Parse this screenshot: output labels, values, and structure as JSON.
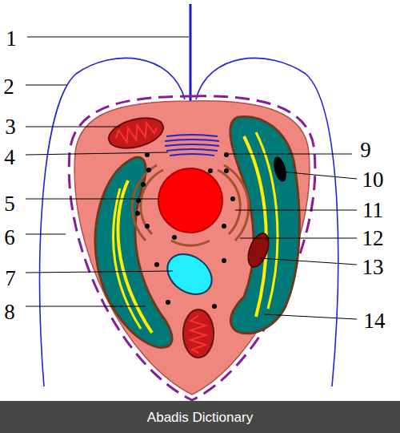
{
  "diagram": {
    "labels": [
      "1",
      "2",
      "3",
      "4",
      "5",
      "6",
      "7",
      "8",
      "9",
      "10",
      "11",
      "12",
      "13",
      "14",
      "Abadis Dictionary"
    ]
  }
}
